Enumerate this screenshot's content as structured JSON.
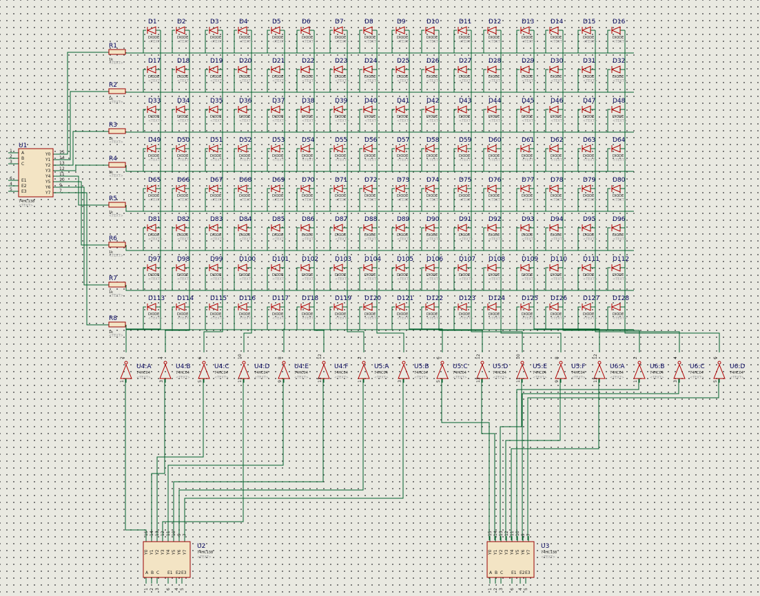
{
  "colors": {
    "wire": "#00602a",
    "component_outline": "#9a0000",
    "component_fill": "#f3e4c4",
    "label": "#00005a",
    "background": "#e9e9e1"
  },
  "text_placeholder": "<TEXT>",
  "diode_type": "DIODE",
  "resistor": {
    "value": "1k",
    "labels": [
      "R1",
      "R2",
      "R3",
      "R4",
      "R5",
      "R6",
      "R7",
      "R8"
    ]
  },
  "diode_labels": [
    "D1",
    "D2",
    "D3",
    "D4",
    "D5",
    "D6",
    "D7",
    "D8",
    "D9",
    "D10",
    "D11",
    "D12",
    "D13",
    "D14",
    "D15",
    "D16",
    "D17",
    "D18",
    "D19",
    "D20",
    "D21",
    "D22",
    "D23",
    "D24",
    "D25",
    "D26",
    "D27",
    "D28",
    "D29",
    "D30",
    "D31",
    "D32",
    "D33",
    "D34",
    "D35",
    "D36",
    "D37",
    "D38",
    "D39",
    "D40",
    "D41",
    "D42",
    "D43",
    "D44",
    "D45",
    "D46",
    "D47",
    "D48",
    "D49",
    "D50",
    "D51",
    "D52",
    "D53",
    "D54",
    "D55",
    "D56",
    "D57",
    "D58",
    "D59",
    "D60",
    "D61",
    "D62",
    "D63",
    "D64",
    "D65",
    "D66",
    "D67",
    "D68",
    "D69",
    "D70",
    "D71",
    "D72",
    "D73",
    "D74",
    "D75",
    "D76",
    "D77",
    "D78",
    "D79",
    "D80",
    "D81",
    "D82",
    "D83",
    "D84",
    "D85",
    "D86",
    "D87",
    "D88",
    "D89",
    "D90",
    "D91",
    "D92",
    "D93",
    "D94",
    "D95",
    "D96",
    "D97",
    "D98",
    "D99",
    "D100",
    "D101",
    "D102",
    "D103",
    "D104",
    "D105",
    "D106",
    "D107",
    "D108",
    "D109",
    "D110",
    "D111",
    "D112",
    "D113",
    "D114",
    "D115",
    "D116",
    "D117",
    "D118",
    "D119",
    "D120",
    "D121",
    "D122",
    "D123",
    "D124",
    "D125",
    "D126",
    "D127",
    "D128"
  ],
  "u1": {
    "label": "U1",
    "part": "74HC138",
    "left_pins": [
      "1",
      "2",
      "3",
      "6",
      "4",
      "5"
    ],
    "inputs": [
      "A",
      "B",
      "C",
      "E1",
      "E2",
      "E3"
    ],
    "outputs": [
      "Y0",
      "Y1",
      "Y2",
      "Y3",
      "Y4",
      "Y5",
      "Y6",
      "Y7"
    ],
    "out_pins": [
      "15",
      "14",
      "13",
      "12",
      "11",
      "10",
      "9",
      "7"
    ]
  },
  "inverters": [
    {
      "label": "U4:A",
      "part": "74HC04",
      "in": "1",
      "out": "2"
    },
    {
      "label": "U4:B",
      "part": "74HC04",
      "in": "3",
      "out": "4"
    },
    {
      "label": "U4:C",
      "part": "74HC04",
      "in": "5",
      "out": "6"
    },
    {
      "label": "U4:D",
      "part": "74HC04",
      "in": "11",
      "out": "10"
    },
    {
      "label": "U4:E",
      "part": "74HC04",
      "in": "9",
      "out": "8"
    },
    {
      "label": "U4:F",
      "part": "74HC04",
      "in": "13",
      "out": "12"
    },
    {
      "label": "U5:A",
      "part": "74HC04",
      "in": "1",
      "out": "2"
    },
    {
      "label": "U5:B",
      "part": "74HC04",
      "in": "3",
      "out": "4"
    },
    {
      "label": "U5:C",
      "part": "74HC04",
      "in": "5",
      "out": "6"
    },
    {
      "label": "U5:D",
      "part": "74HC04",
      "in": "13",
      "out": "12"
    },
    {
      "label": "U5:E",
      "part": "74HC04",
      "in": "11",
      "out": "10"
    },
    {
      "label": "U5:F",
      "part": "74HC04",
      "in": "9",
      "out": "8"
    },
    {
      "label": "U6:A",
      "part": "74HC04",
      "in": "13",
      "out": "12"
    },
    {
      "label": "U6:B",
      "part": "74HC04",
      "in": "1",
      "out": "2"
    },
    {
      "label": "U6:C",
      "part": "74HC04",
      "in": "3",
      "out": "4"
    },
    {
      "label": "U6:D",
      "part": "74HC04",
      "in": "5",
      "out": "6"
    }
  ],
  "decoders": [
    {
      "label": "U2",
      "part": "74HC138",
      "top_pins": [
        "15",
        "14",
        "13",
        "12",
        "11",
        "10",
        "9",
        "7"
      ],
      "top_names": [
        "Y0",
        "Y1",
        "Y2",
        "Y3",
        "Y4",
        "Y5",
        "Y6",
        "Y7"
      ],
      "bottom_pins": [
        "1",
        "2",
        "3",
        "6",
        "4",
        "5"
      ],
      "inputs": [
        "A",
        "B",
        "C",
        "E1",
        "E2",
        "E3"
      ]
    },
    {
      "label": "U3",
      "part": "74HC138",
      "top_pins": [
        "15",
        "14",
        "13",
        "12",
        "11",
        "10",
        "9",
        "7"
      ],
      "top_names": [
        "Y0",
        "Y1",
        "Y2",
        "Y3",
        "Y4",
        "Y5",
        "Y6",
        "Y7"
      ],
      "bottom_pins": [
        "1",
        "2",
        "3",
        "6",
        "4",
        "5"
      ],
      "inputs": [
        "A",
        "B",
        "C",
        "E1",
        "E2",
        "E3"
      ]
    }
  ]
}
